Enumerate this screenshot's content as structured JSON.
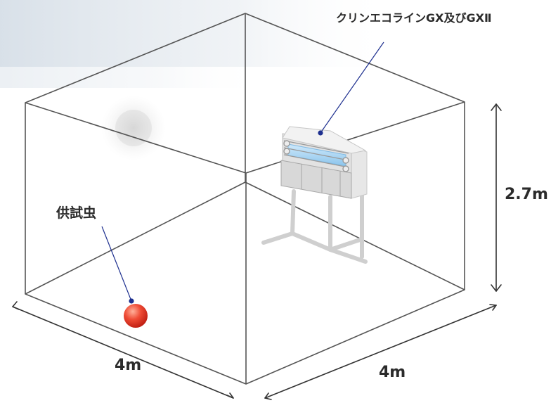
{
  "labels": {
    "device": "クリンエコラインGX及びGXⅡ",
    "insect": "供試虫",
    "height": "2.7m",
    "depth_left": "4m",
    "width_right": "4m"
  },
  "colors": {
    "edge": "#555555",
    "leader": "#1d2f8f",
    "insect": "#e03325",
    "uv_tube": "#a9d6f3"
  },
  "icons": {
    "device": "insect-trap-light-icon",
    "insect": "insect-ball-icon",
    "background": "faded-lamp-icon"
  }
}
